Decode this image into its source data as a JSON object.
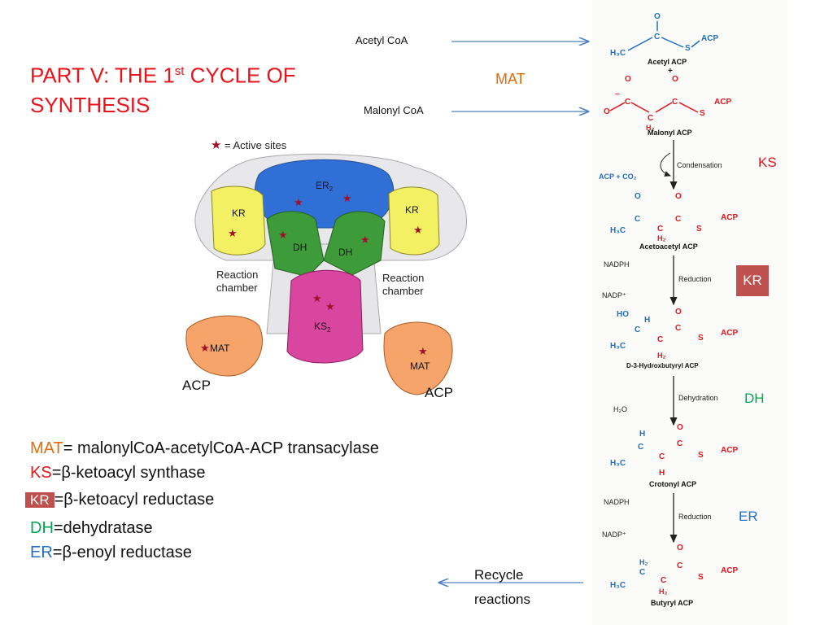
{
  "title": {
    "line1_a": "PART V: THE 1",
    "sup": "st",
    "line1_b": " CYCLE OF",
    "line2": "SYNTHESIS"
  },
  "arrows": {
    "acetyl": "Acetyl CoA",
    "malonyl": "Malonyl CoA",
    "mat": "MAT",
    "recycle_1": "Recycle",
    "recycle_2": "reactions"
  },
  "enzyme_figure": {
    "legend": "= Active sites",
    "subunits": [
      "ER",
      "KR",
      "KR",
      "DH",
      "DH",
      "KS",
      "MAT",
      "MAT"
    ],
    "subscripts": {
      "er": "2",
      "ks": "2"
    },
    "reaction_chamber_left": [
      "Reaction",
      "chamber"
    ],
    "reaction_chamber_right": [
      "Reaction",
      "chamber"
    ],
    "acp_left": "ACP",
    "acp_right": "ACP"
  },
  "definitions": [
    {
      "abbr": "MAT",
      "text": "= malonylCoA-acetylCoA-ACP transacylase",
      "color": "#e36c09"
    },
    {
      "abbr": "KS",
      "text": "=β-ketoacyl synthase",
      "color": "#e8141b"
    },
    {
      "abbr": "KR",
      "text": "=β-ketoacyl reductase",
      "color": "#ffffff"
    },
    {
      "abbr": "DH",
      "text": "=dehydratase",
      "color": "#00a651"
    },
    {
      "abbr": "ER",
      "text": "=β-enoyl reductase",
      "color": "#1f6fc5"
    }
  ],
  "side_labels": {
    "ks": "KS",
    "kr": "KR",
    "dh": "DH",
    "er": "ER"
  },
  "scheme": {
    "compounds": [
      "Acetyl ACP",
      "Malonyl ACP",
      "Acetoacetyl ACP",
      "D-3-Hydroxbutyryl ACP",
      "Crotonyl ACP",
      "Butyryl ACP"
    ],
    "plus": "+",
    "steps": [
      "Condensation",
      "Reduction",
      "Dehydration",
      "Reduction"
    ],
    "side_in": [
      "ACP + CO₂",
      "NADPH",
      "NADP⁺",
      "H₂O",
      "NADPH",
      "NADP⁺"
    ],
    "acp": "ACP"
  }
}
